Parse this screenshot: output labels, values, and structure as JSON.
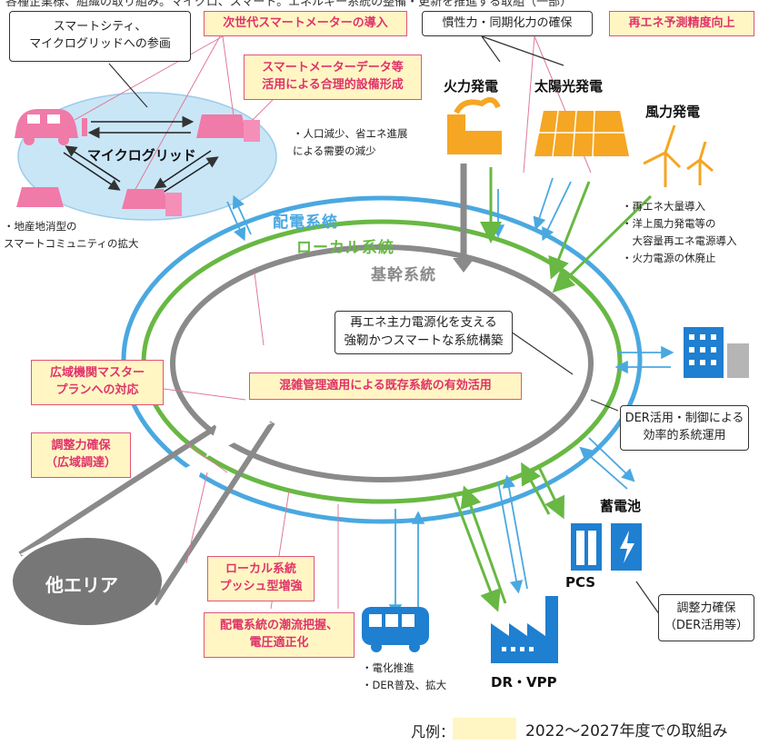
{
  "header": {
    "partial_text": "各種企業様、組織の取り組み。マイクロ、スマート。エネルギー系統の整備・更新を推進する取組（一部）"
  },
  "colors": {
    "pink": "#e0537a",
    "yellow": "#fff6c4",
    "blue": "#4aa8e0",
    "green": "#68b843",
    "gray": "#8a8a8a",
    "orange": "#f5a623",
    "building_blue": "#1f7fd0"
  },
  "notes": {
    "smart_city": "スマートシティ、\nマイクログリッドへの参画",
    "inertia": "慣性力・同期化力の確保",
    "core": "再エネ主力電源化を支える\n強靭かつスマートな系統構築",
    "der": "DER活用・制御による\n効率的系統運用",
    "adjust_der": "調整力確保\n（DER活用等）"
  },
  "highlights": {
    "next_meter": "次世代スマートメーターの導入",
    "renewable_forecast": "再エネ予測精度向上",
    "meter_data": "スマートメーターデータ等\n活用による合理的設備形成",
    "master_plan": "広域機関マスター\nプランへの対応",
    "congestion": "混雑管理適用による既存系統の有効活用",
    "adjust_wide": "調整力確保\n（広域調達）",
    "local_push": "ローカル系統\nプッシュ型増強",
    "dist_flow": "配電系統の潮流把握、\n電圧適正化"
  },
  "labels": {
    "microgrid": "マイクログリッド",
    "thermal": "火力発電",
    "solar": "太陽光発電",
    "wind": "風力発電",
    "battery": "蓄電池",
    "pcs": "PCS",
    "dr_vpp": "DR・VPP",
    "other_area": "他エリア",
    "dist_system": "配電系統",
    "local_system": "ローカル系統",
    "trunk_system": "基幹系統"
  },
  "bullets": {
    "demand": "・人口減少、省エネ進展\nによる需要の減少",
    "community": "・地産地消型の\nスマートコミュニティの拡大",
    "renewables": "・再エネ大量導入\n・洋上風力発電等の\n　大容量再エネ電源導入\n・火力電源の休廃止",
    "ev": "・電化推進\n・DER普及、拡大"
  },
  "legend": {
    "prefix": "凡例：",
    "text": "2022〜2027年度での取組み"
  },
  "icons": [
    "car-icon",
    "solar-panel-icon",
    "battery-icon",
    "factory-icon",
    "wind-turbine-icon",
    "building-icon",
    "bus-icon",
    "pcs-icon"
  ]
}
